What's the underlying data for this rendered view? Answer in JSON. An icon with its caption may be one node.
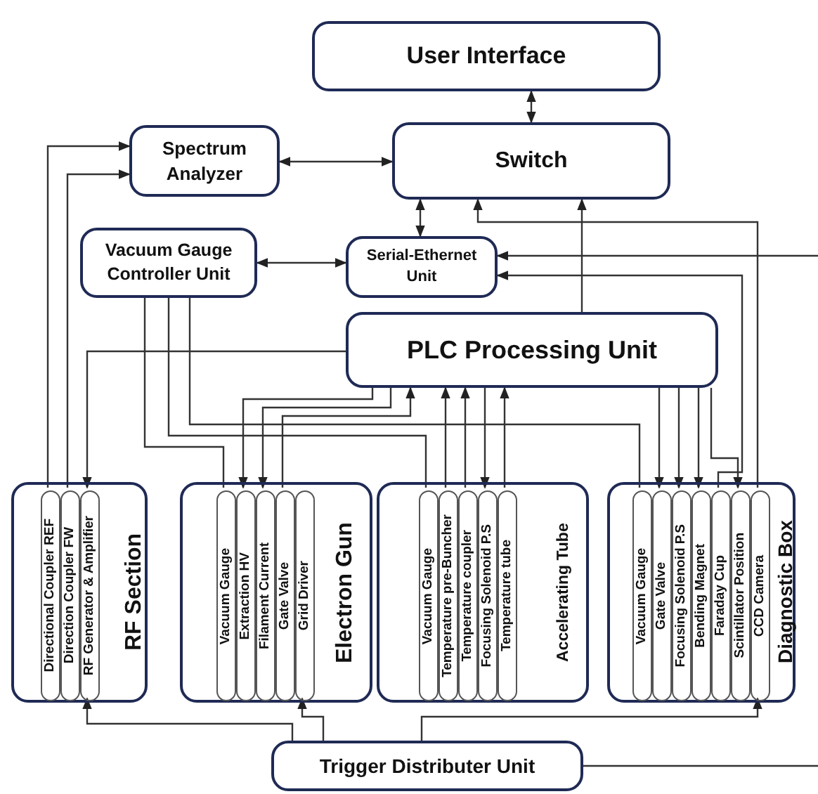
{
  "diagram": {
    "nodes": [
      {
        "text": [
          "User Interface"
        ]
      },
      {
        "text": [
          "Spectrum Analyzer"
        ]
      },
      {
        "text": [
          "Switch"
        ]
      },
      {
        "text": [
          "Vacuum Gauge Controller Unit"
        ]
      },
      {
        "text": [
          "Serial-Ethernet Unit"
        ]
      },
      {
        "text": [
          "PLC Processing Unit"
        ]
      },
      {
        "text": [
          "RF Section"
        ]
      },
      {
        "text": [
          "Directional Coupler REF"
        ],
        "in": 6
      },
      {
        "text": [
          "Direction Coupler FW"
        ],
        "in": 6
      },
      {
        "text": [
          "RF Generator & Amplifier"
        ],
        "in": 6
      },
      {
        "text": [
          "Electron Gun"
        ]
      },
      {
        "text": [
          "Vacuum Gauge"
        ],
        "in": 10
      },
      {
        "text": [
          "Extraction HV"
        ],
        "in": 10
      },
      {
        "text": [
          "Filament Current"
        ],
        "in": 10
      },
      {
        "text": [
          "Gate Valve"
        ],
        "in": 10
      },
      {
        "text": [
          "Grid Driver"
        ],
        "in": 10
      },
      {
        "text": [
          "Accelerating Tube"
        ]
      },
      {
        "text": [
          "Vacuum Gauge"
        ],
        "in": 16
      },
      {
        "text": [
          "Temperature pre-Buncher"
        ],
        "in": 16
      },
      {
        "text": [
          "Temperature coupler"
        ],
        "in": 16
      },
      {
        "text": [
          "Focusing Solenoid P.S"
        ],
        "in": 16
      },
      {
        "text": [
          "Temperature tube"
        ],
        "in": 16
      },
      {
        "text": [
          "Diagnostic Box"
        ]
      },
      {
        "text": [
          "Vacuum Gauge"
        ],
        "in": 22
      },
      {
        "text": [
          "Gate Valve"
        ],
        "in": 22
      },
      {
        "text": [
          "Focusing Solenoid P.S"
        ],
        "in": 22
      },
      {
        "text": [
          "Bending Magnet"
        ],
        "in": 22
      },
      {
        "text": [
          "Faraday Cup"
        ],
        "in": 22
      },
      {
        "text": [
          "Scintillator Position"
        ],
        "in": 22
      },
      {
        "text": [
          "CCD Camera"
        ],
        "in": 22
      },
      {
        "text": [
          "Trigger Distributer Unit"
        ]
      }
    ],
    "edges": [
      {
        "from": 2,
        "to": 0,
        "arrow": "both"
      },
      {
        "from": 1,
        "to": 2,
        "arrow": "both"
      },
      {
        "from": 2,
        "to": 4,
        "arrow": "both"
      },
      {
        "from": 3,
        "to": 4,
        "arrow": "both"
      },
      {
        "from": 5,
        "to": 2,
        "arrow": "to"
      },
      {
        "from": 7,
        "to": 1,
        "arrow": "to"
      },
      {
        "from": 8,
        "to": 1,
        "arrow": "to"
      },
      {
        "from": 5,
        "to": 9,
        "arrow": "to"
      },
      {
        "from": 3,
        "to": 11,
        "arrow": "none"
      },
      {
        "from": 3,
        "to": 17,
        "arrow": "none"
      },
      {
        "from": 3,
        "to": 23,
        "arrow": "none"
      },
      {
        "from": 5,
        "to": 12,
        "arrow": "to"
      },
      {
        "from": 5,
        "to": 13,
        "arrow": "to"
      },
      {
        "from": 14,
        "to": 5,
        "arrow": "to"
      },
      {
        "from": 18,
        "to": 5,
        "arrow": "to"
      },
      {
        "from": 19,
        "to": 5,
        "arrow": "to"
      },
      {
        "from": 5,
        "to": 20,
        "arrow": "to"
      },
      {
        "from": 21,
        "to": 5,
        "arrow": "to"
      },
      {
        "from": 5,
        "to": 24,
        "arrow": "to"
      },
      {
        "from": 5,
        "to": 25,
        "arrow": "to"
      },
      {
        "from": 5,
        "to": 26,
        "arrow": "to"
      },
      {
        "from": 5,
        "to": 28,
        "arrow": "to"
      },
      {
        "from": 27,
        "to": 4,
        "arrow": "to"
      },
      {
        "from": 29,
        "to": 2,
        "arrow": "to"
      },
      {
        "from": null,
        "to": 4,
        "arrow": "to"
      },
      {
        "from": 30,
        "to": 9,
        "arrow": "to"
      },
      {
        "from": 30,
        "to": 15,
        "arrow": "to"
      },
      {
        "from": 30,
        "to": 29,
        "arrow": "to"
      },
      {
        "from": 30,
        "to": null,
        "arrow": "none"
      }
    ]
  }
}
